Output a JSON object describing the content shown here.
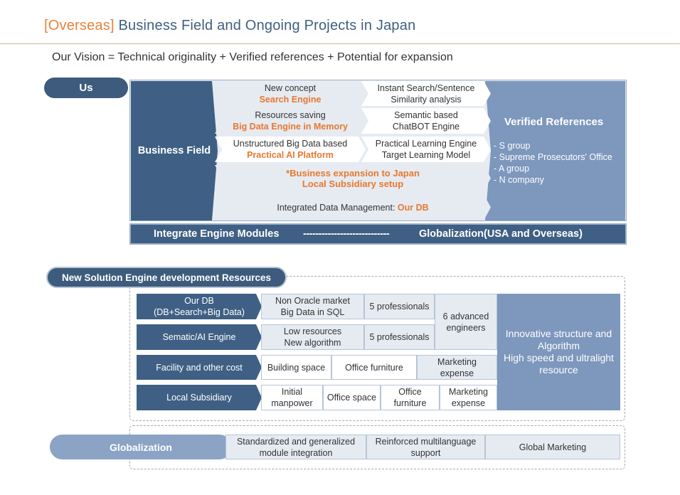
{
  "header": {
    "title_prefix": "[Overseas]",
    "title_main": "Business Field and Ongoing Projects in Japan",
    "vision": "Our Vision = Technical originality + Verified references + Potential for expansion"
  },
  "us": {
    "pill": "Us",
    "business_field": "Business Field",
    "rows": [
      {
        "left_line1": "New concept",
        "left_highlight": "Search Engine",
        "right_line1": "Instant Search/Sentence",
        "right_line2": "Similarity analysis"
      },
      {
        "left_line1": "Resources saving",
        "left_highlight": "Big Data Engine in Memory",
        "right_line1": "Semantic based",
        "right_line2": "ChatBOT Engine"
      },
      {
        "left_line1": "Unstructured Big Data based",
        "left_highlight": "Practical AI Platform",
        "right_line1": "Practical Learning Engine",
        "right_line2": "Target Learning Model"
      }
    ],
    "expansion_line1": "*Business expansion to Japan",
    "expansion_line2": "Local Subsidiary setup",
    "integrated_prefix": "Integrated Data Management: ",
    "integrated_highlight": "Our DB",
    "references_title": "Verified References",
    "references": [
      "- S group",
      "- Supreme Prosecutors' Office",
      "- A group",
      "- N company"
    ],
    "bottom_left": "Integrate Engine Modules",
    "bottom_dashes": "----------------------------",
    "bottom_right": "Globalization(USA and Overseas)"
  },
  "resources": {
    "pill": "New Solution Engine development Resources",
    "rows": [
      {
        "label_line1": "Our DB",
        "label_line2": "(DB+Search+Big Data)",
        "c1_line1": "Non Oracle market",
        "c1_line2": "Big Data in SQL",
        "c2": "5 professionals"
      },
      {
        "label_line1": "Sematic/AI Engine",
        "c1_line1": "Low resources",
        "c1_line2": "New algorithm",
        "c2": "5 professionals"
      }
    ],
    "advanced_line1": "6 advanced",
    "advanced_line2": "engineers",
    "facility": {
      "label": "Facility and other cost",
      "c1": "Building space",
      "c2": "Office furniture",
      "c3_line1": "Marketing",
      "c3_line2": "expense"
    },
    "local": {
      "label": "Local Subsidiary",
      "c1_line1": "Initial",
      "c1_line2": "manpower",
      "c2": "Office space",
      "c3_line1": "Office",
      "c3_line2": "furniture",
      "c4_line1": "Marketing",
      "c4_line2": "expense"
    },
    "innovative_line1": "Innovative structure and",
    "innovative_line2": "Algorithm",
    "innovative_line3": "High speed and ultralight",
    "innovative_line4": "resource"
  },
  "globalization": {
    "pill": "Globalization",
    "c1_line1": "Standardized and generalized",
    "c1_line2": "module integration",
    "c2_line1": "Reinforced multilanguage",
    "c2_line2": "support",
    "c3": "Global Marketing"
  },
  "colors": {
    "accent": "#e8823a",
    "dark_blue": "#3f6084",
    "mid_blue": "#7d97bd",
    "light_cell": "#e6ebf2"
  }
}
